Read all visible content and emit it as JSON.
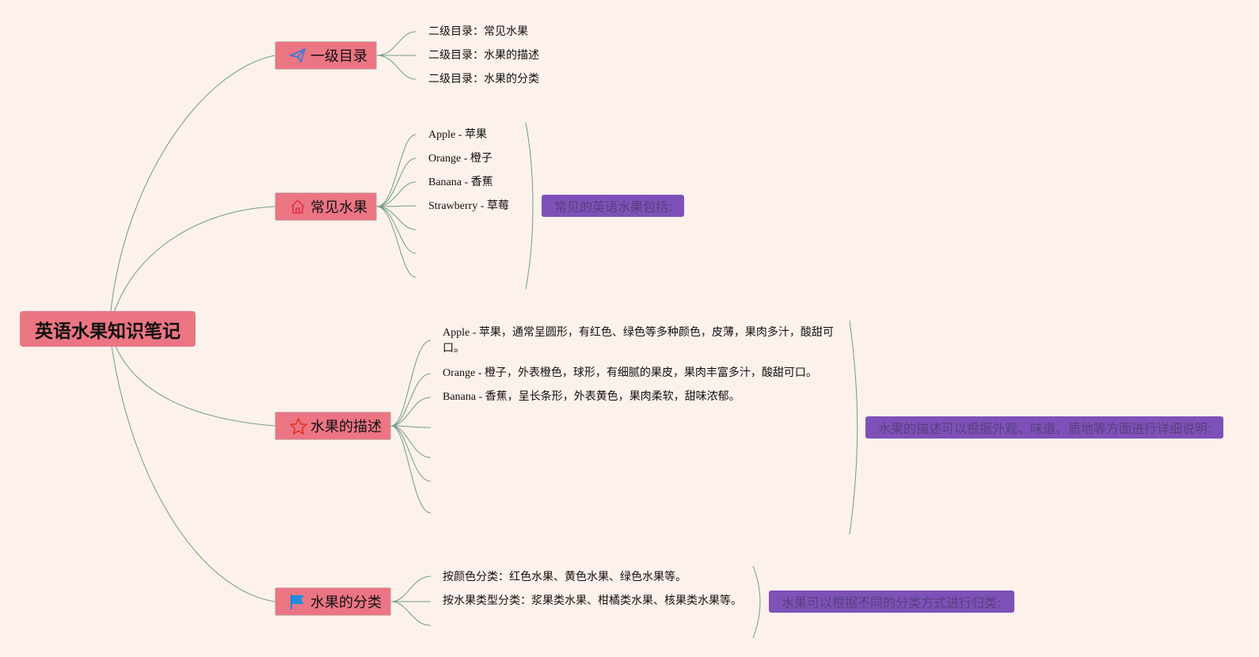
{
  "root": {
    "title": "英语水果知识笔记"
  },
  "branches": {
    "catalog": {
      "label": "一级目录",
      "icon": "paper-plane-icon",
      "items": [
        "二级目录：常见水果",
        "二级目录：水果的描述",
        "二级目录：水果的分类"
      ]
    },
    "common": {
      "label": "常见水果",
      "icon": "home-icon",
      "items": [
        "Apple - 苹果",
        "Orange - 橙子",
        "Banana - 香蕉",
        "Strawberry - 草莓"
      ],
      "summary": "常见的英语水果包括:"
    },
    "desc": {
      "label": "水果的描述",
      "icon": "star-icon",
      "items": [
        "Apple - 苹果，通常呈圆形，有红色、绿色等多种颜色，皮薄，果肉多汁，酸甜可口。",
        "Orange - 橙子，外表橙色，球形，有细腻的果皮，果肉丰富多汁，酸甜可口。",
        "Banana - 香蕉，呈长条形，外表黄色，果肉柔软，甜味浓郁。"
      ],
      "summary": "水果的描述可以根据外观、味道、质地等方面进行详细说明:"
    },
    "classify": {
      "label": "水果的分类",
      "icon": "flag-icon",
      "items": [
        "按颜色分类：红色水果、黄色水果、绿色水果等。",
        "按水果类型分类：浆果类水果、柑橘类水果、核果类水果等。"
      ],
      "summary": "水果可以根据不同的分类方式进行归类:"
    }
  },
  "colors": {
    "background": "#fdf1ec",
    "node_fill": "#ec7584",
    "summary_fill": "#7e51b9",
    "connector": "#6f9c86"
  }
}
